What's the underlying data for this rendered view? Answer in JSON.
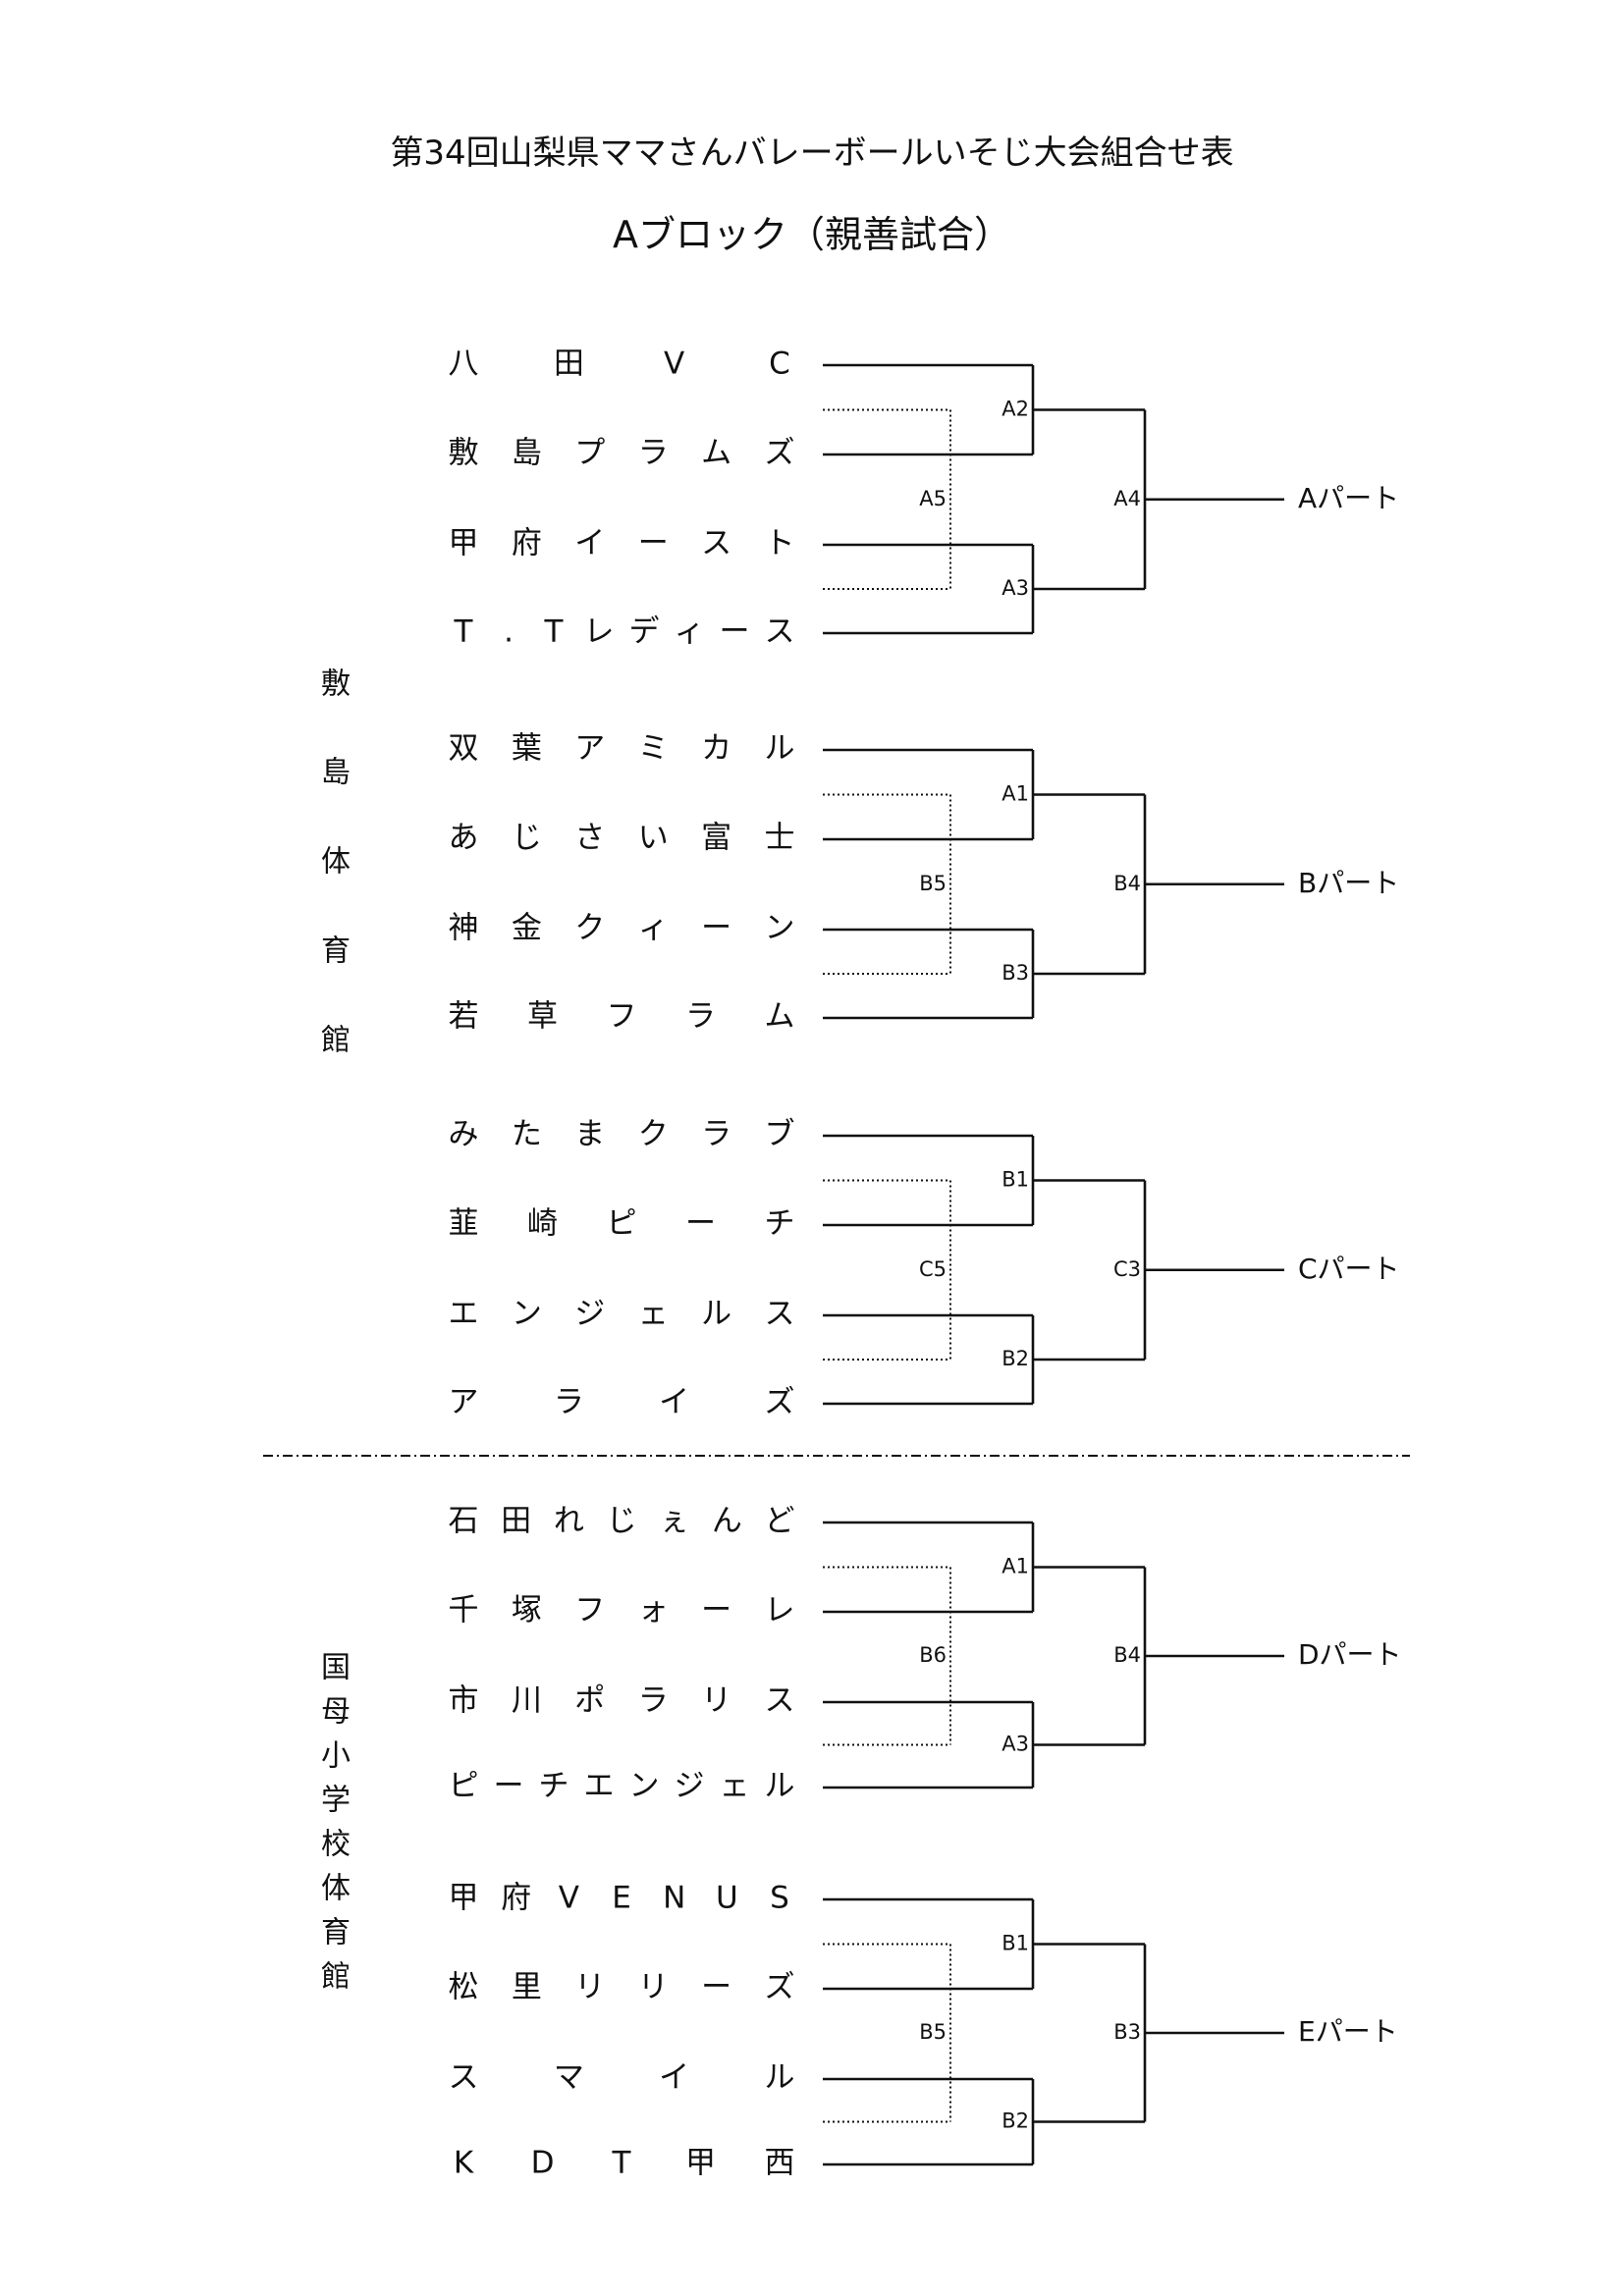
{
  "header": {
    "title": "第34回山梨県ママさんバレーボールいそじ大会組合せ表",
    "subtitle": "Aブロック（親善試合）"
  },
  "venues": [
    {
      "name": "敷島体育館",
      "chars": [
        "敷",
        "島",
        "体",
        "育",
        "館"
      ],
      "groups": [
        {
          "part_label": "Aパート",
          "teams": [
            {
              "name": "八田VC",
              "chars": [
                "八",
                "田",
                "V",
                "C"
              ]
            },
            {
              "name": "敷島プラムズ",
              "chars": [
                "敷",
                "島",
                "プ",
                "ラ",
                "ム",
                "ズ"
              ]
            },
            {
              "name": "甲府イースト",
              "chars": [
                "甲",
                "府",
                "イ",
                "ー",
                "ス",
                "ト"
              ]
            },
            {
              "name": "T.Tレディース",
              "chars": [
                "T",
                ".",
                "T",
                "レ",
                "デ",
                "ィ",
                "ー",
                "ス"
              ]
            }
          ],
          "matches": {
            "top": "A2",
            "bottom": "A3",
            "final": "A4",
            "consolation": "A5"
          }
        },
        {
          "part_label": "Bパート",
          "teams": [
            {
              "name": "双葉アミカル",
              "chars": [
                "双",
                "葉",
                "ア",
                "ミ",
                "カ",
                "ル"
              ]
            },
            {
              "name": "あじさい富士",
              "chars": [
                "あ",
                "じ",
                "さ",
                "い",
                "富",
                "士"
              ]
            },
            {
              "name": "神金クィーン",
              "chars": [
                "神",
                "金",
                "ク",
                "ィ",
                "ー",
                "ン"
              ]
            },
            {
              "name": "若草フラム",
              "chars": [
                "若",
                "草",
                "フ",
                "ラ",
                "ム"
              ]
            }
          ],
          "matches": {
            "top": "A1",
            "bottom": "B3",
            "final": "B4",
            "consolation": "B5"
          }
        },
        {
          "part_label": "Cパート",
          "teams": [
            {
              "name": "みたまクラブ",
              "chars": [
                "み",
                "た",
                "ま",
                "ク",
                "ラ",
                "ブ"
              ]
            },
            {
              "name": "韮崎ピーチ",
              "chars": [
                "韮",
                "崎",
                "ピ",
                "ー",
                "チ"
              ]
            },
            {
              "name": "エンジェルス",
              "chars": [
                "エ",
                "ン",
                "ジ",
                "ェ",
                "ル",
                "ス"
              ]
            },
            {
              "name": "アライズ",
              "chars": [
                "ア",
                "ラ",
                "イ",
                "ズ"
              ]
            }
          ],
          "matches": {
            "top": "B1",
            "bottom": "B2",
            "final": "C3",
            "consolation": "C5"
          }
        }
      ]
    },
    {
      "name": "国母小学校体育館",
      "chars": [
        "国",
        "母",
        "小",
        "学",
        "校",
        "体",
        "育",
        "館"
      ],
      "groups": [
        {
          "part_label": "Dパート",
          "teams": [
            {
              "name": "石田れじぇんど",
              "chars": [
                "石",
                "田",
                "れ",
                "じ",
                "ぇ",
                "ん",
                "ど"
              ]
            },
            {
              "name": "千塚フォーレ",
              "chars": [
                "千",
                "塚",
                "フ",
                "ォ",
                "ー",
                "レ"
              ]
            },
            {
              "name": "市川ポラリス",
              "chars": [
                "市",
                "川",
                "ポ",
                "ラ",
                "リ",
                "ス"
              ]
            },
            {
              "name": "ピーチエンジェル",
              "chars": [
                "ピ",
                "ー",
                "チ",
                "エ",
                "ン",
                "ジ",
                "ェ",
                "ル"
              ]
            }
          ],
          "matches": {
            "top": "A1",
            "bottom": "A3",
            "final": "B4",
            "consolation": "B6"
          }
        },
        {
          "part_label": "Eパート",
          "teams": [
            {
              "name": "甲府VENUS",
              "chars": [
                "甲",
                "府",
                "V",
                "E",
                "N",
                "U",
                "S"
              ]
            },
            {
              "name": "松里リリーズ",
              "chars": [
                "松",
                "里",
                "リ",
                "リ",
                "ー",
                "ズ"
              ]
            },
            {
              "name": "スマイル",
              "chars": [
                "ス",
                "マ",
                "イ",
                "ル"
              ]
            },
            {
              "name": "KDT甲西",
              "chars": [
                "K",
                "D",
                "T",
                "甲",
                "西"
              ]
            }
          ],
          "matches": {
            "top": "B1",
            "bottom": "B2",
            "final": "B3",
            "consolation": "B5"
          }
        }
      ]
    }
  ]
}
